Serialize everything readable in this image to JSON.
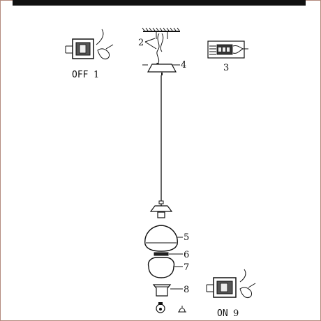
{
  "switch_off": {
    "label": "OFF",
    "step": "1"
  },
  "connector": {
    "step": "3"
  },
  "switch_on": {
    "label": "ON",
    "step": "9"
  },
  "callouts": {
    "fixing": "2",
    "canopy": "4",
    "outer_shade": "5",
    "ring": "6",
    "inner_shade": "7",
    "lampholder": "8"
  }
}
